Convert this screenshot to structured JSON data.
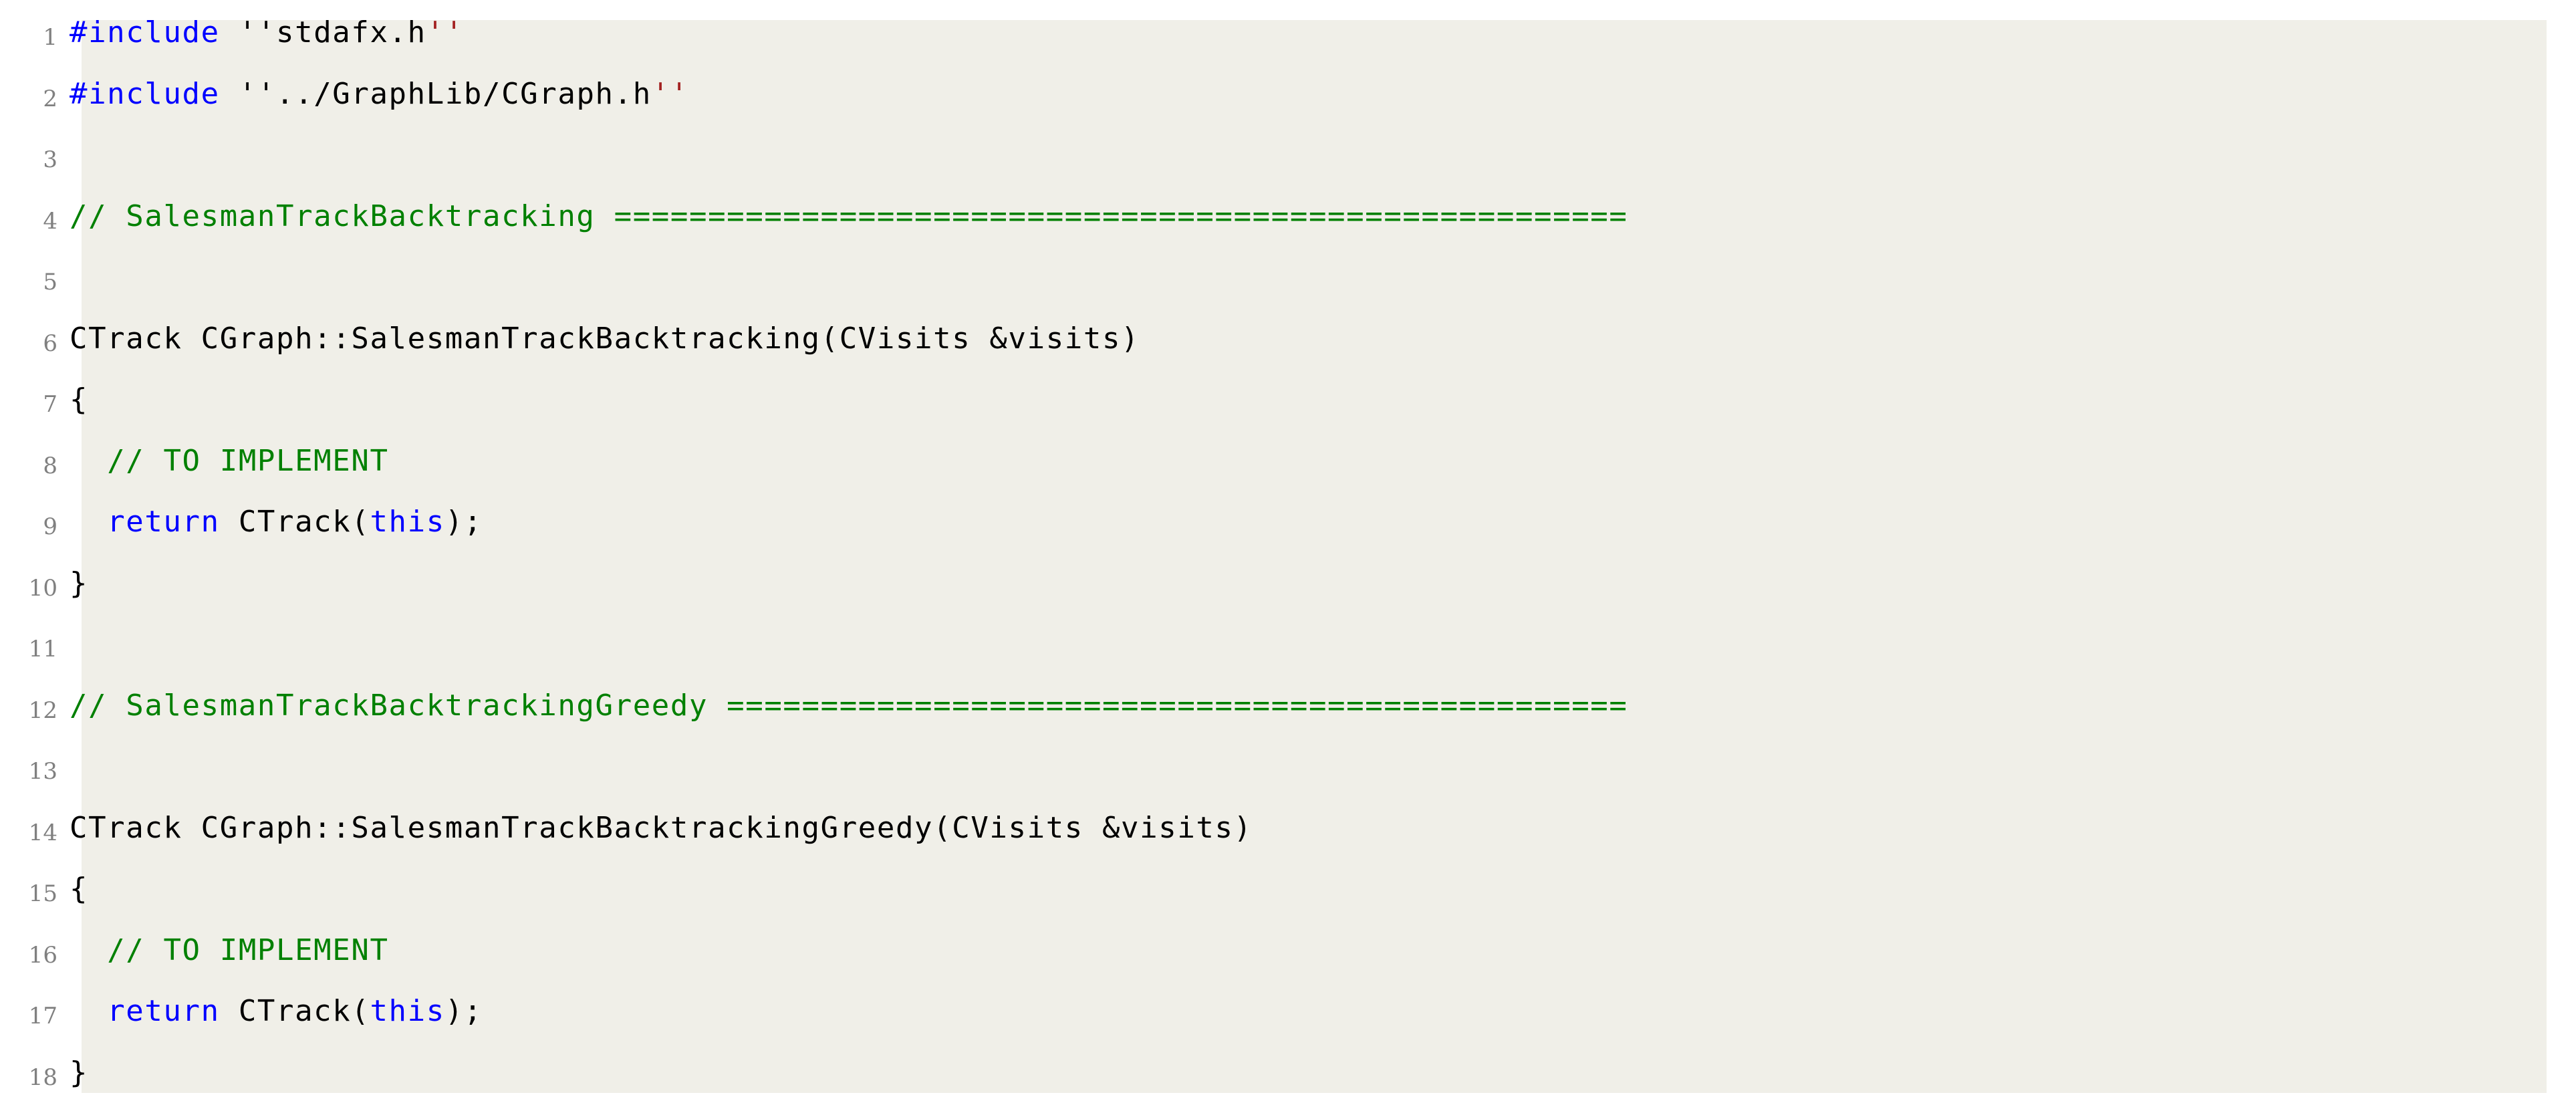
{
  "document": {
    "kind": "source-code-listing",
    "language": "C++",
    "background_color": "#ffffff",
    "code_panel_color": "#f0efe8",
    "line_number_color": "#808080",
    "colors": {
      "keyword": "#0000ff",
      "comment": "#008000",
      "string": "#000000",
      "string_close_quote": "#a32222",
      "plain": "#000000"
    }
  },
  "lines": [
    {
      "number": "1",
      "tokens": [
        {
          "t": "#include",
          "c": "pre"
        },
        {
          "t": " ",
          "c": "plain"
        },
        {
          "t": "''stdafx.h",
          "c": "str"
        },
        {
          "t": "''",
          "c": "strq"
        }
      ]
    },
    {
      "number": "2",
      "tokens": [
        {
          "t": "#include",
          "c": "pre"
        },
        {
          "t": " ",
          "c": "plain"
        },
        {
          "t": "''../GraphLib/CGraph.h",
          "c": "str"
        },
        {
          "t": "''",
          "c": "strq"
        }
      ]
    },
    {
      "number": "3",
      "tokens": []
    },
    {
      "number": "4",
      "tokens": [
        {
          "t": "// SalesmanTrackBacktracking ======================================================",
          "c": "cmt"
        }
      ]
    },
    {
      "number": "5",
      "tokens": []
    },
    {
      "number": "6",
      "tokens": [
        {
          "t": "CTrack CGraph::SalesmanTrackBacktracking(CVisits &visits)",
          "c": "plain"
        }
      ]
    },
    {
      "number": "7",
      "tokens": [
        {
          "t": "{",
          "c": "plain"
        }
      ]
    },
    {
      "number": "8",
      "tokens": [
        {
          "t": "  ",
          "c": "plain"
        },
        {
          "t": "// TO IMPLEMENT",
          "c": "cmt"
        }
      ]
    },
    {
      "number": "9",
      "tokens": [
        {
          "t": "  ",
          "c": "plain"
        },
        {
          "t": "return",
          "c": "kw"
        },
        {
          "t": " CTrack(",
          "c": "plain"
        },
        {
          "t": "this",
          "c": "kw"
        },
        {
          "t": ");",
          "c": "plain"
        }
      ]
    },
    {
      "number": "10",
      "tokens": [
        {
          "t": "}",
          "c": "plain"
        }
      ]
    },
    {
      "number": "11",
      "tokens": []
    },
    {
      "number": "12",
      "tokens": [
        {
          "t": "// SalesmanTrackBacktrackingGreedy ================================================",
          "c": "cmt"
        }
      ]
    },
    {
      "number": "13",
      "tokens": []
    },
    {
      "number": "14",
      "tokens": [
        {
          "t": "CTrack CGraph::SalesmanTrackBacktrackingGreedy(CVisits &visits)",
          "c": "plain"
        }
      ]
    },
    {
      "number": "15",
      "tokens": [
        {
          "t": "{",
          "c": "plain"
        }
      ]
    },
    {
      "number": "16",
      "tokens": [
        {
          "t": "  ",
          "c": "plain"
        },
        {
          "t": "// TO IMPLEMENT",
          "c": "cmt"
        }
      ]
    },
    {
      "number": "17",
      "tokens": [
        {
          "t": "  ",
          "c": "plain"
        },
        {
          "t": "return",
          "c": "kw"
        },
        {
          "t": " CTrack(",
          "c": "plain"
        },
        {
          "t": "this",
          "c": "kw"
        },
        {
          "t": ");",
          "c": "plain"
        }
      ]
    },
    {
      "number": "18",
      "tokens": [
        {
          "t": "}",
          "c": "plain"
        }
      ]
    }
  ]
}
